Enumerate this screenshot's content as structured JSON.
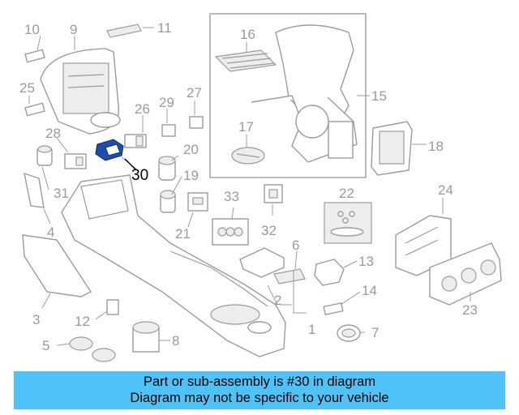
{
  "diagram": {
    "highlight_color": "#1e4fa8",
    "callouts": {
      "c1": "1",
      "c2": "2",
      "c3": "3",
      "c4": "4",
      "c5": "5",
      "c6": "6",
      "c7": "7",
      "c8": "8",
      "c9": "9",
      "c10": "10",
      "c11": "11",
      "c12": "12",
      "c13": "13",
      "c14": "14",
      "c15": "15",
      "c16": "16",
      "c17": "17",
      "c18": "18",
      "c19": "19",
      "c20": "20",
      "c21": "21",
      "c22": "22",
      "c23": "23",
      "c24": "24",
      "c25": "25",
      "c26": "26",
      "c27": "27",
      "c28": "28",
      "c29": "29",
      "c30": "30",
      "c31": "31",
      "c32": "32",
      "c33": "33"
    }
  },
  "footer": {
    "line1": "Part or sub-assembly is #30 in diagram",
    "line2": "Diagram may not be specific to your vehicle",
    "background": "#4fc3f7"
  }
}
